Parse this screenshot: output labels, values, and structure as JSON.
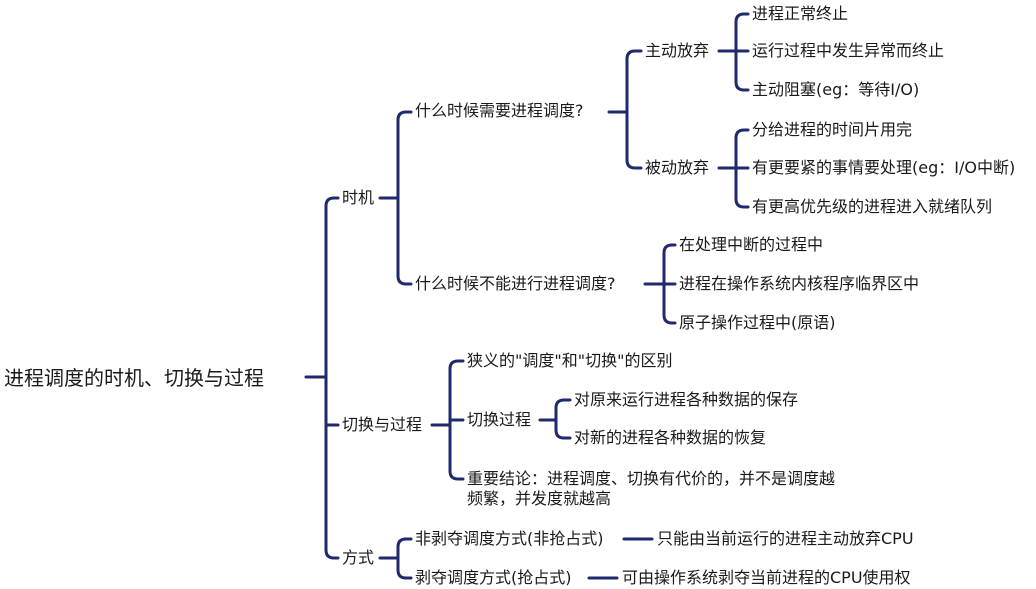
{
  "mindmap": {
    "root": "进程调度的时机、切换与过程",
    "timing": {
      "label": "时机",
      "when_need": {
        "label": "什么时候需要进程调度?",
        "voluntary": {
          "label": "主动放弃",
          "items": [
            "进程正常终止",
            "运行过程中发生异常而终止",
            "主动阻塞(eg：等待I/O)"
          ]
        },
        "forced": {
          "label": "被动放弃",
          "items": [
            "分给进程的时间片用完",
            "有更要紧的事情要处理(eg：I/O中断)",
            "有更高优先级的进程进入就绪队列"
          ]
        }
      },
      "when_not": {
        "label": "什么时候不能进行进程调度?",
        "items": [
          "在处理中断的过程中",
          "进程在操作系统内核程序临界区中",
          "原子操作过程中(原语)"
        ]
      }
    },
    "switch": {
      "label": "切换与过程",
      "difference": "狭义的\"调度\"和\"切换\"的区别",
      "process": {
        "label": "切换过程",
        "items": [
          "对原来运行进程各种数据的保存",
          "对新的进程各种数据的恢复"
        ]
      },
      "conclusion": "重要结论：进程调度、切换有代价的，并不是调度越频繁，并发度就越高"
    },
    "mode": {
      "label": "方式",
      "nonpreemptive": {
        "label": "非剥夺调度方式(非抢占式)",
        "detail": "只能由当前运行的进程主动放弃CPU"
      },
      "preemptive": {
        "label": "剥夺调度方式(抢占式)",
        "detail": "可由操作系统剥夺当前进程的CPU使用权"
      }
    }
  },
  "colors": {
    "line": "#1f2a6e",
    "text": "#1a1a1a"
  }
}
